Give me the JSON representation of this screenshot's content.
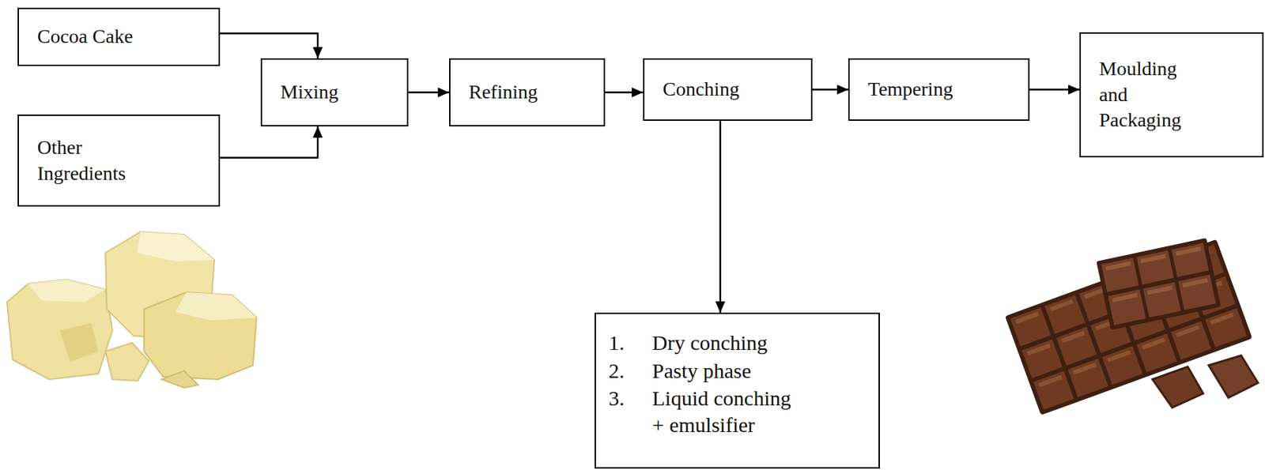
{
  "diagram": {
    "nodes": [
      {
        "text": [
          "Cocoa Cake"
        ]
      },
      {
        "text": [
          "Other Ingredients"
        ]
      },
      {
        "text": [
          "Mixing"
        ]
      },
      {
        "text": [
          "Refining"
        ]
      },
      {
        "text": [
          "Conching"
        ]
      },
      {
        "text": [
          "Tempering"
        ]
      },
      {
        "text": [
          "Moulding and Packaging"
        ]
      },
      {
        "text": [
          "1.",
          "Dry conching",
          "2.",
          "Pasty phase",
          "3.",
          "Liquid conching + emulsifier"
        ]
      }
    ],
    "edges": [
      {
        "from": 0,
        "to": 2,
        "arrow": "to"
      },
      {
        "from": 1,
        "to": 2,
        "arrow": "to"
      },
      {
        "from": 2,
        "to": 3,
        "arrow": "to"
      },
      {
        "from": 3,
        "to": 4,
        "arrow": "to"
      },
      {
        "from": 4,
        "to": 5,
        "arrow": "to"
      },
      {
        "from": 5,
        "to": 6,
        "arrow": "to"
      },
      {
        "from": 4,
        "to": 7,
        "arrow": "to"
      }
    ]
  }
}
